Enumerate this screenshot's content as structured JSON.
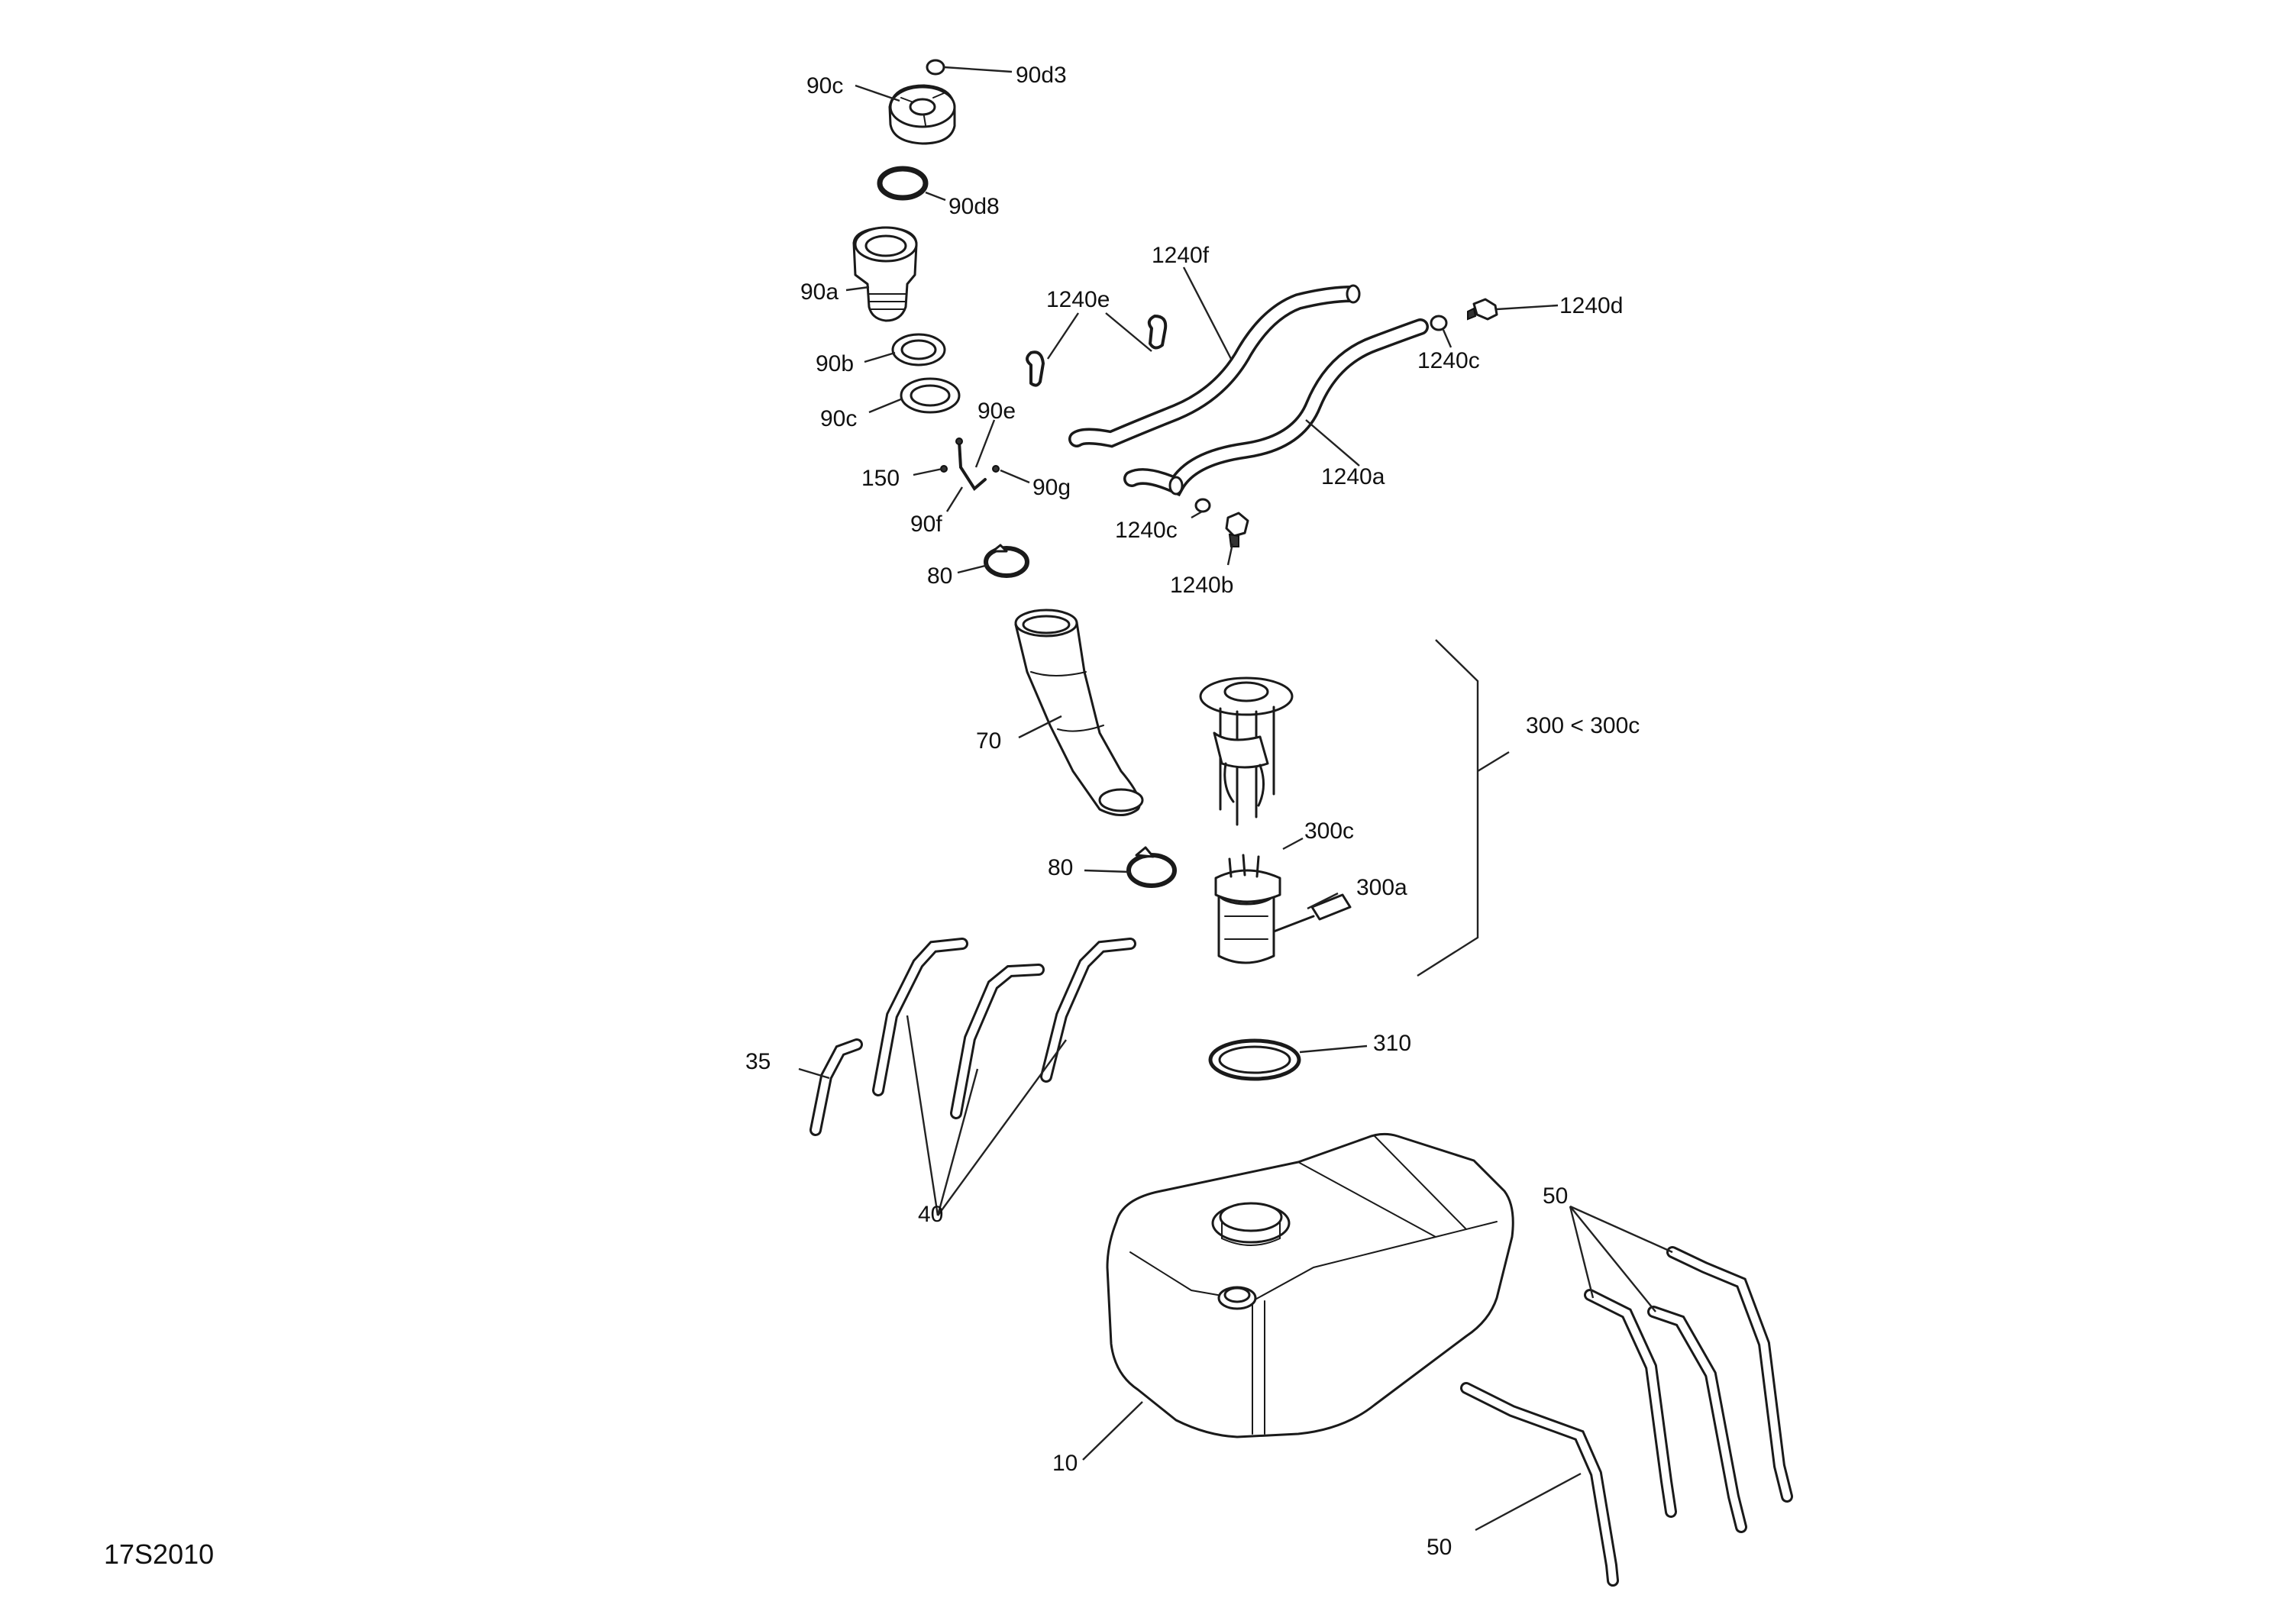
{
  "figure_code": "17S2010",
  "callouts": {
    "c90d3": "90d3",
    "c90c_top": "90c",
    "c90d8": "90d8",
    "c90a": "90a",
    "c90b": "90b",
    "c90c_mid": "90c",
    "c90e": "90e",
    "c150": "150",
    "c90g": "90g",
    "c90f": "90f",
    "c80_top": "80",
    "c70": "70",
    "c80_bot": "80",
    "c1240f": "1240f",
    "c1240e": "1240e",
    "c1240d": "1240d",
    "c1240c_right": "1240c",
    "c1240a": "1240a",
    "c1240c_left": "1240c",
    "c1240b": "1240b",
    "c300range": "300 < 300c",
    "c300c": "300c",
    "c300a": "300a",
    "c310": "310",
    "c35": "35",
    "c40": "40",
    "c50_top": "50",
    "c50_bot": "50",
    "c10": "10"
  }
}
